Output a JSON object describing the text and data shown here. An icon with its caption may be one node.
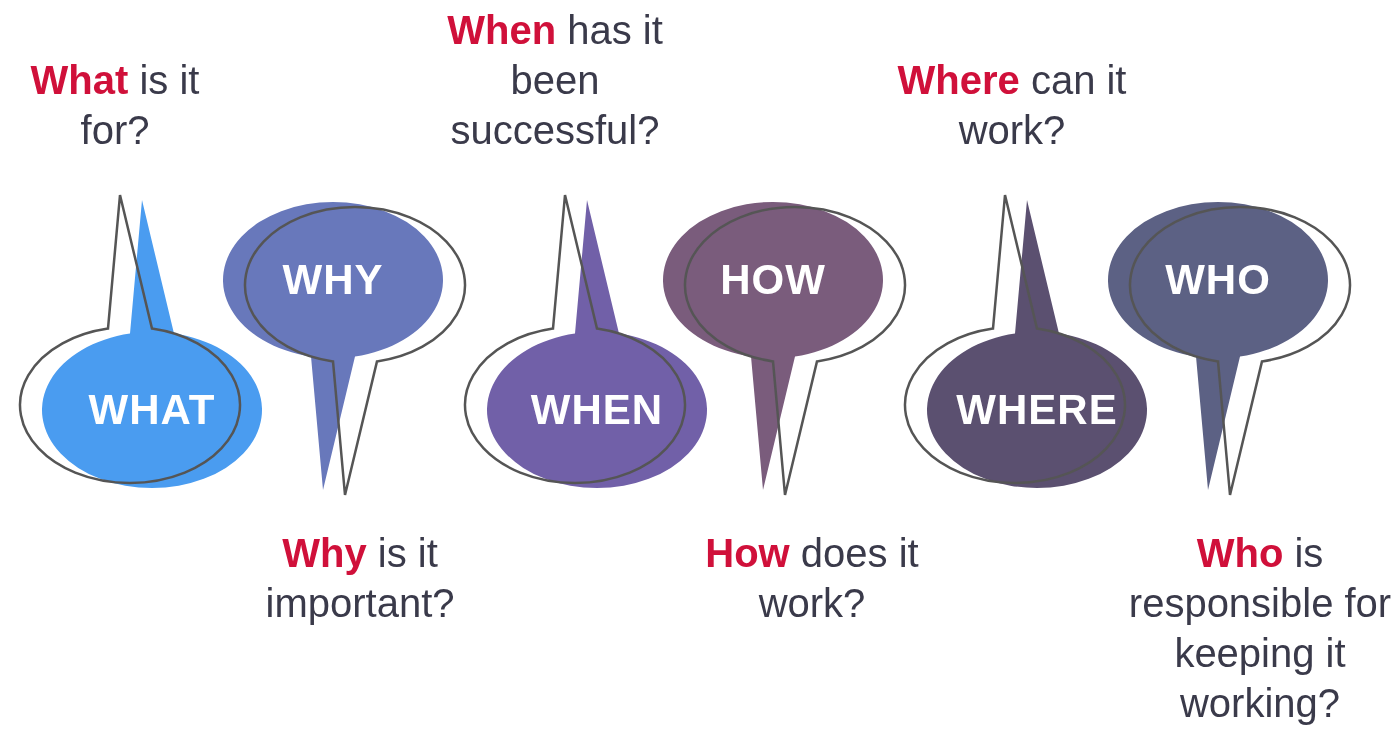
{
  "diagram": {
    "nodes": [
      {
        "text": [
          "WHAT"
        ],
        "beside": [
          "**What** is it for?"
        ]
      },
      {
        "text": [
          "WHY"
        ],
        "beside": [
          "**Why** is it important?"
        ]
      },
      {
        "text": [
          "WHEN"
        ],
        "beside": [
          "**When** has it been successful?"
        ]
      },
      {
        "text": [
          "HOW"
        ],
        "beside": [
          "**How** does it work?"
        ]
      },
      {
        "text": [
          "WHERE"
        ],
        "beside": [
          "**Where** can it work?"
        ]
      },
      {
        "text": [
          "WHO"
        ],
        "beside": [
          "**Who** is responsible for keeping it working?"
        ]
      }
    ]
  }
}
